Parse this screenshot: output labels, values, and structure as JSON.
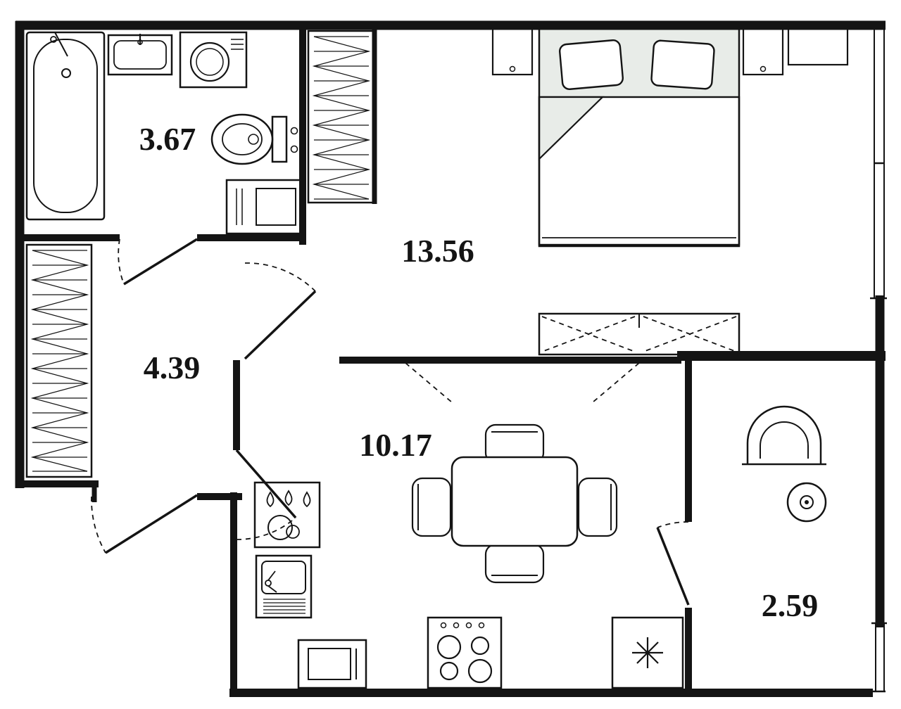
{
  "plan": {
    "title": "apartment-floor-plan",
    "rooms": [
      {
        "name": "bathroom",
        "area": "3.67"
      },
      {
        "name": "bedroom",
        "area": "13.56"
      },
      {
        "name": "hallway",
        "area": "4.39"
      },
      {
        "name": "kitchen-living-room",
        "area": "10.17"
      },
      {
        "name": "balcony",
        "area": "2.59"
      }
    ],
    "fixtures": [
      "bathtub",
      "washbasin",
      "washing-machine",
      "toilet",
      "water-heater",
      "wardrobe-hatched",
      "hall-closet-hatched",
      "bed",
      "pillow",
      "nightstand",
      "dresser-crossed",
      "dining-table",
      "chair",
      "hob-drops",
      "kitchen-sink",
      "kitchen-cabinet",
      "stove-four-burners",
      "air-conditioner-asterisk",
      "armchair",
      "round-side-table",
      "window-double-line",
      "door-swing-dashed"
    ],
    "colors": {
      "wall": "#141414",
      "background": "#ffffff",
      "soft_fill": "#e8ece8",
      "label": "#141414"
    }
  }
}
